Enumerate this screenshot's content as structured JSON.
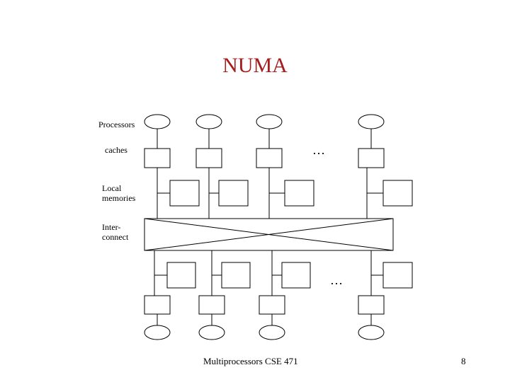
{
  "title": "NUMA",
  "labels": {
    "processors": "Processors",
    "caches": "caches",
    "local_memories_line1": "Local",
    "local_memories_line2": "memories",
    "interconnect_line1": "Inter-",
    "interconnect_line2": "connect"
  },
  "ellipsis": "…",
  "footer": {
    "center": "Multiprocessors CSE 471",
    "page_number": "8"
  },
  "colors": {
    "title": "#a51d1d",
    "lines": "#000000"
  }
}
